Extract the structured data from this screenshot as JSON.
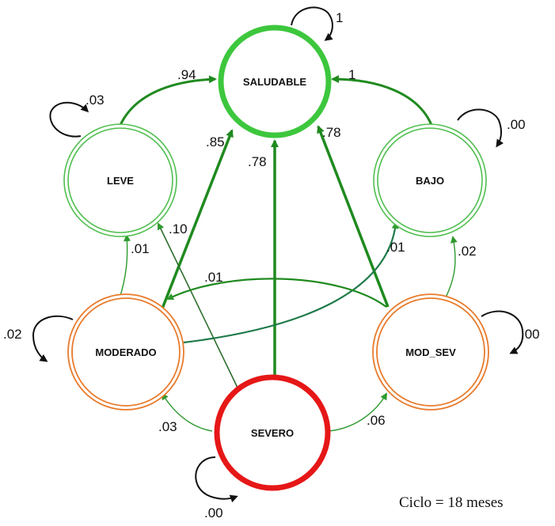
{
  "colors": {
    "healthy_green": "#3dc73d",
    "mild_green": "#4fbf4f",
    "moderate_orange": "#e87b2c",
    "severe_red": "#e61717",
    "edge_green_dark": "#1f8a1f",
    "edge_green_mid": "#2e9a2e",
    "self_loop": "#111111"
  },
  "nodes": {
    "saludable": "SALUDABLE",
    "leve": "LEVE",
    "bajo": "BAJO",
    "moderado": "MODERADO",
    "mod_sev": "MOD_SEV",
    "severo": "SEVERO"
  },
  "edges": {
    "leve_to_saludable": ".94",
    "bajo_to_saludable": "1",
    "moderado_to_saludable": ".85",
    "severo_to_saludable": ".78",
    "modsev_to_saludable": ".78",
    "severo_to_leve": ".10",
    "moderado_to_leve": ".01",
    "moderado_to_bajo": ".01",
    "modsev_to_moderado": ".01",
    "modsev_to_bajo": ".02",
    "severo_to_moderado": ".03",
    "severo_to_modsev": ".06"
  },
  "self_loops": {
    "saludable": "1",
    "leve": ".03",
    "bajo": ".00",
    "moderado": ".02",
    "mod_sev": ".00",
    "severo": ".00"
  },
  "footer": {
    "cycle": "Ciclo = 18 meses"
  }
}
